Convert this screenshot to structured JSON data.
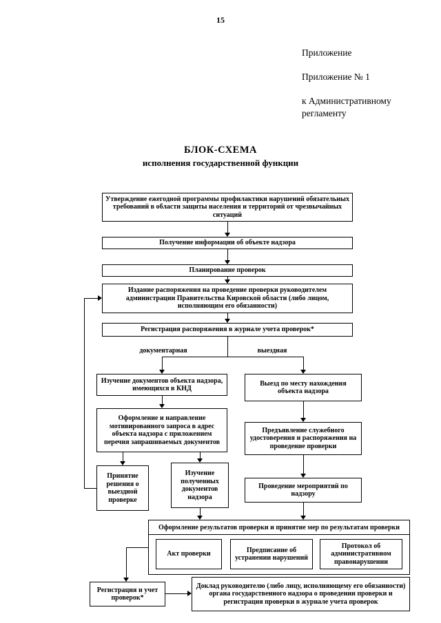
{
  "page": {
    "number": "15"
  },
  "annex": {
    "line1": "Приложение",
    "line2": "Приложение № 1",
    "line3": "к Административному регламенту"
  },
  "title": {
    "line1": "БЛОК-СХЕМА",
    "line2": "исполнения государственной функции"
  },
  "flow": {
    "approve_program": "Утверждение ежегодной программы профилактики нарушений обязательных требований в области защиты населения и территорий от чрезвычайных ситуаций",
    "receive_info": "Получение информации об объекте надзора",
    "planning": "Планирование проверок",
    "issue_order": "Издание распоряжения на проведение проверки руководителем администрации Правительства Кировской области (либо лицом, исполняющим его обязанности)",
    "register_order": "Регистрация распоряжения в журнале учета проверок*",
    "branch_documentary": "документарная",
    "branch_field": "выездная",
    "study_documents": "Изучение документов объекта надзора, имеющихся в КНД",
    "field_visit": "Выезд по месту нахождения объекта надзора",
    "motivated_request": "Оформление и направление мотивированного запроса в адрес объекта надзора с приложением перечня запрашиваемых документов",
    "show_credentials": "Предъявление служебного удостоверения и распоряжения на проведение проверки",
    "decide_field_check": "Принятие решения о выездной проверке",
    "study_received": "Изучение полученных документов надзора",
    "conduct_measures": "Проведение мероприятий по надзору",
    "results_header": "Оформление результатов проверки и принятие мер по результатам проверки",
    "act": "Акт проверки",
    "prescription": "Предписание об устранении нарушений",
    "protocol": "Протокол об административном правонарушении",
    "register_checks": "Регистрация и учет проверок*",
    "report": "Доклад руководителю (либо лицу, исполняющему его обязанности) органа государственного надзора о проведении проверки и регистрация проверки в журнале учета проверок"
  }
}
